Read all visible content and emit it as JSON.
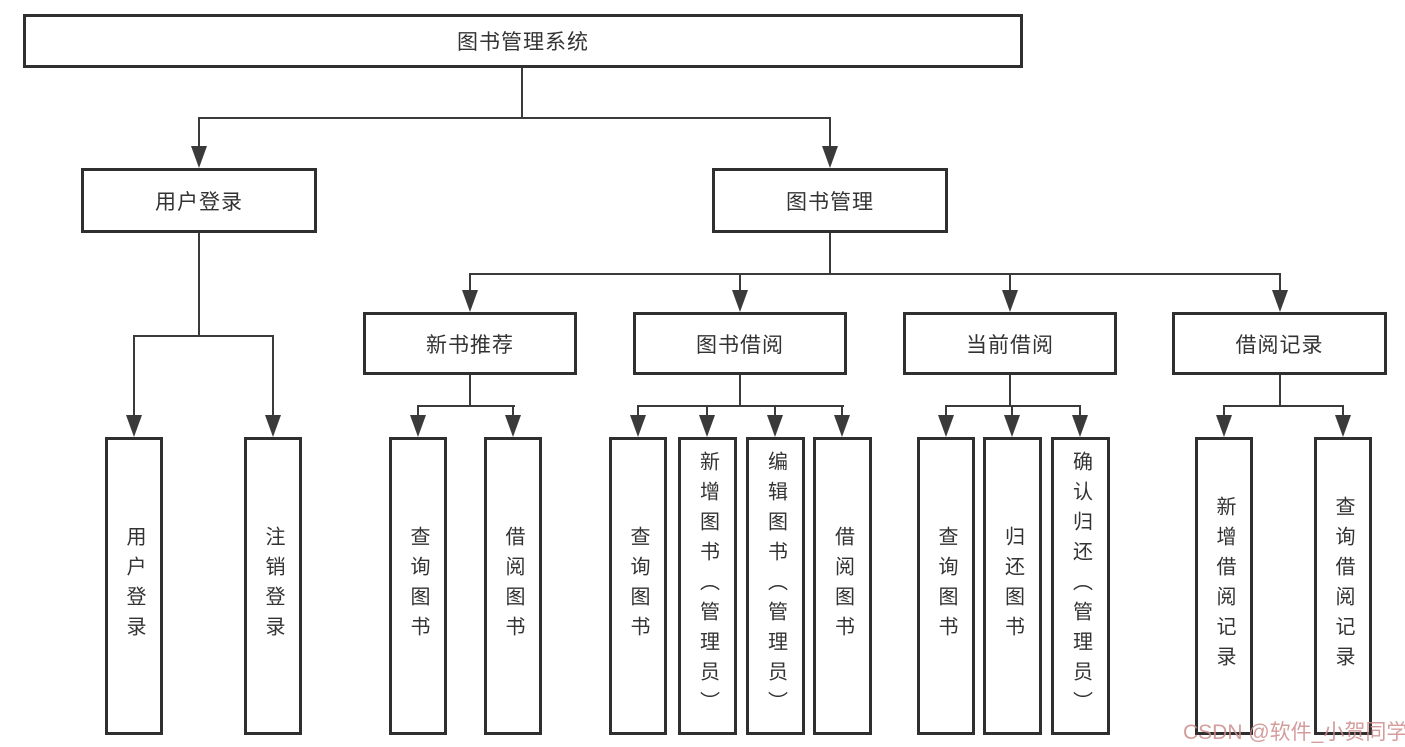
{
  "diagram": {
    "root": "图书管理系统",
    "level2": [
      "用户登录",
      "图书管理"
    ],
    "level3": [
      "新书推荐",
      "图书借阅",
      "当前借阅",
      "借阅记录"
    ],
    "leaves": {
      "user_login": [
        "用户登录",
        "注销登录"
      ],
      "new_book": [
        "查询图书",
        "借阅图书"
      ],
      "book_borrow": [
        "查询图书",
        "新增图书（管理员）",
        "编辑图书（管理员）",
        "借阅图书"
      ],
      "current_borrow": [
        "查询图书",
        "归还图书",
        "确认归还（管理员）"
      ],
      "borrow_records": [
        "新增借阅记录",
        "查询借阅记录"
      ]
    }
  },
  "watermark": "CSDN @软件_小贺同学",
  "colors": {
    "background": "#ffffff",
    "box_border": "#2f2f2f",
    "line": "#3a3a3a",
    "text": "#333333",
    "watermark": "#cd8c8c"
  }
}
